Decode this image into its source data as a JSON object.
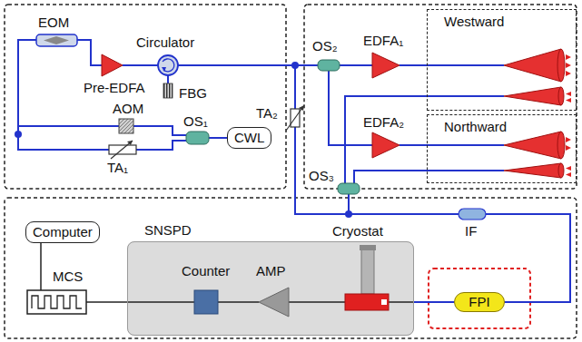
{
  "diagram": {
    "nodes": [
      {
        "text": [
          "CWL"
        ]
      },
      {
        "text": [
          "Westward"
        ]
      },
      {
        "text": [
          "Northward"
        ]
      },
      {
        "text": [
          "Computer"
        ]
      },
      {
        "text": [
          "SNSPD"
        ]
      },
      {
        "text": [
          "FPI"
        ]
      }
    ],
    "edges": [
      {
        "from": 5,
        "to": 4,
        "arrow": "none"
      }
    ],
    "labels": [
      "EOM",
      "Circulator",
      "Pre-EDFA",
      "FBG",
      "AOM",
      "OS₁",
      "TA₁",
      "TA₂",
      "OS₂",
      "EDFA₁",
      "EDFA₂",
      "OS₃",
      "IF",
      "MCS",
      "Counter",
      "AMP",
      "Cryostat"
    ]
  }
}
